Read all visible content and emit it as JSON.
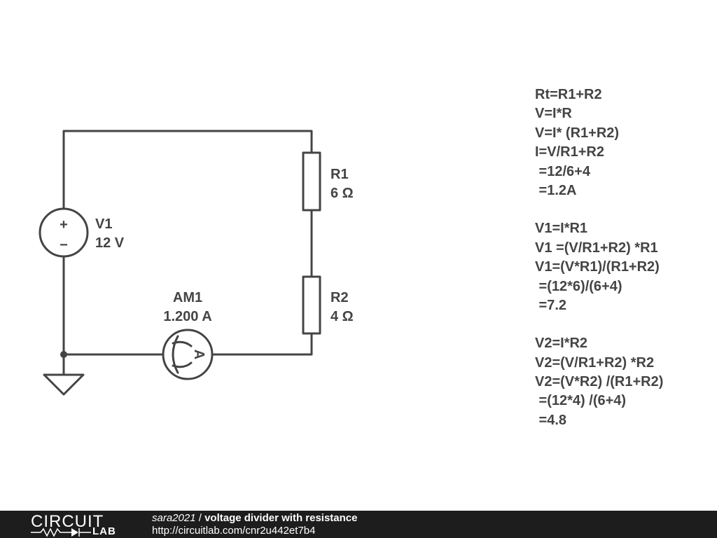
{
  "circuit": {
    "components": {
      "v1": {
        "name": "V1",
        "value": "12 V",
        "plus_symbol": "+",
        "minus_symbol": "−"
      },
      "r1": {
        "name": "R1",
        "value": "6 Ω"
      },
      "r2": {
        "name": "R2",
        "value": "4 Ω"
      },
      "am1": {
        "name": "AM1",
        "value": "1.200 A",
        "meter_letter": "A"
      }
    }
  },
  "equations": {
    "groups": [
      {
        "lines": [
          "Rt=R1+R2",
          "V=I*R",
          "V=I* (R1+R2)",
          "I=V/R1+R2",
          " =12/6+4",
          " =1.2A"
        ]
      },
      {
        "lines": [
          "V1=I*R1",
          "V1 =(V/R1+R2) *R1",
          "V1=(V*R1)/(R1+R2)",
          " =(12*6)/(6+4)",
          " =7.2"
        ]
      },
      {
        "lines": [
          "V2=I*R2",
          "V2=(V/R1+R2) *R2",
          "V2=(V*R2) /(R1+R2)",
          " =(12*4) /(6+4)",
          " =4.8"
        ]
      }
    ]
  },
  "footer": {
    "logo_top": "CIRCUIT",
    "logo_bottom": "LAB",
    "author": "sara2021",
    "separator": " / ",
    "title": "voltage divider with resistance",
    "url": "http://circuitlab.com/cnr2u442et7b4"
  },
  "colors": {
    "stroke": "#444444",
    "footer_bg": "#1d1d1d",
    "footer_text": "#ffffff"
  }
}
